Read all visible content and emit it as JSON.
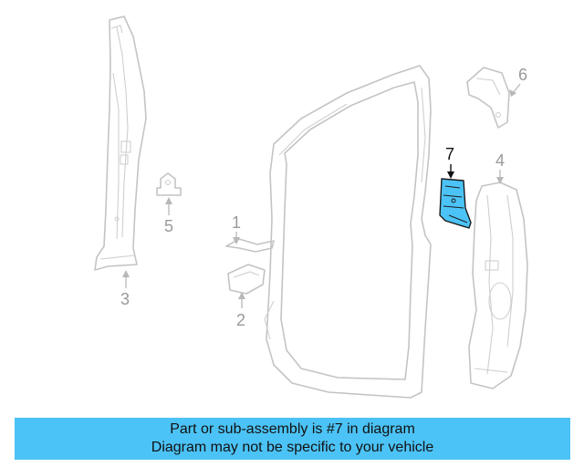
{
  "callouts": {
    "c1": "1",
    "c2": "2",
    "c3": "3",
    "c4": "4",
    "c5": "5",
    "c6": "6",
    "c7": "7"
  },
  "highlight_color": "#4cc3f6",
  "banner": {
    "line1": "Part or sub-assembly is #7 in diagram",
    "line2": "Diagram may not be specific to your vehicle"
  }
}
